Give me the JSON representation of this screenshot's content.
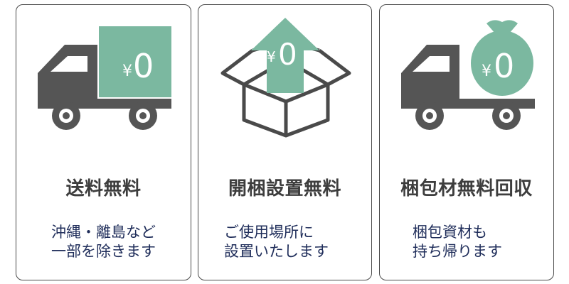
{
  "colors": {
    "accent": "#7bb8a0",
    "icon_gray": "#555555",
    "border": "#4a4a4a",
    "title": "#3d3d3d",
    "desc": "#1f2d5a"
  },
  "cards": [
    {
      "icon": "delivery-truck-icon",
      "price_symbol": "¥",
      "price_value": "0",
      "title": "送料無料",
      "desc_line1": "沖縄・離島など",
      "desc_line2": "一部を除きます"
    },
    {
      "icon": "open-box-arrow-icon",
      "price_symbol": "¥",
      "price_value": "0",
      "title": "開梱設置無料",
      "desc_line1": "ご使用場所に",
      "desc_line2": "設置いたします"
    },
    {
      "icon": "truck-money-bag-icon",
      "price_symbol": "¥",
      "price_value": "0",
      "title": "梱包材無料回収",
      "desc_line1": "梱包資材も",
      "desc_line2": "持ち帰ります"
    }
  ]
}
